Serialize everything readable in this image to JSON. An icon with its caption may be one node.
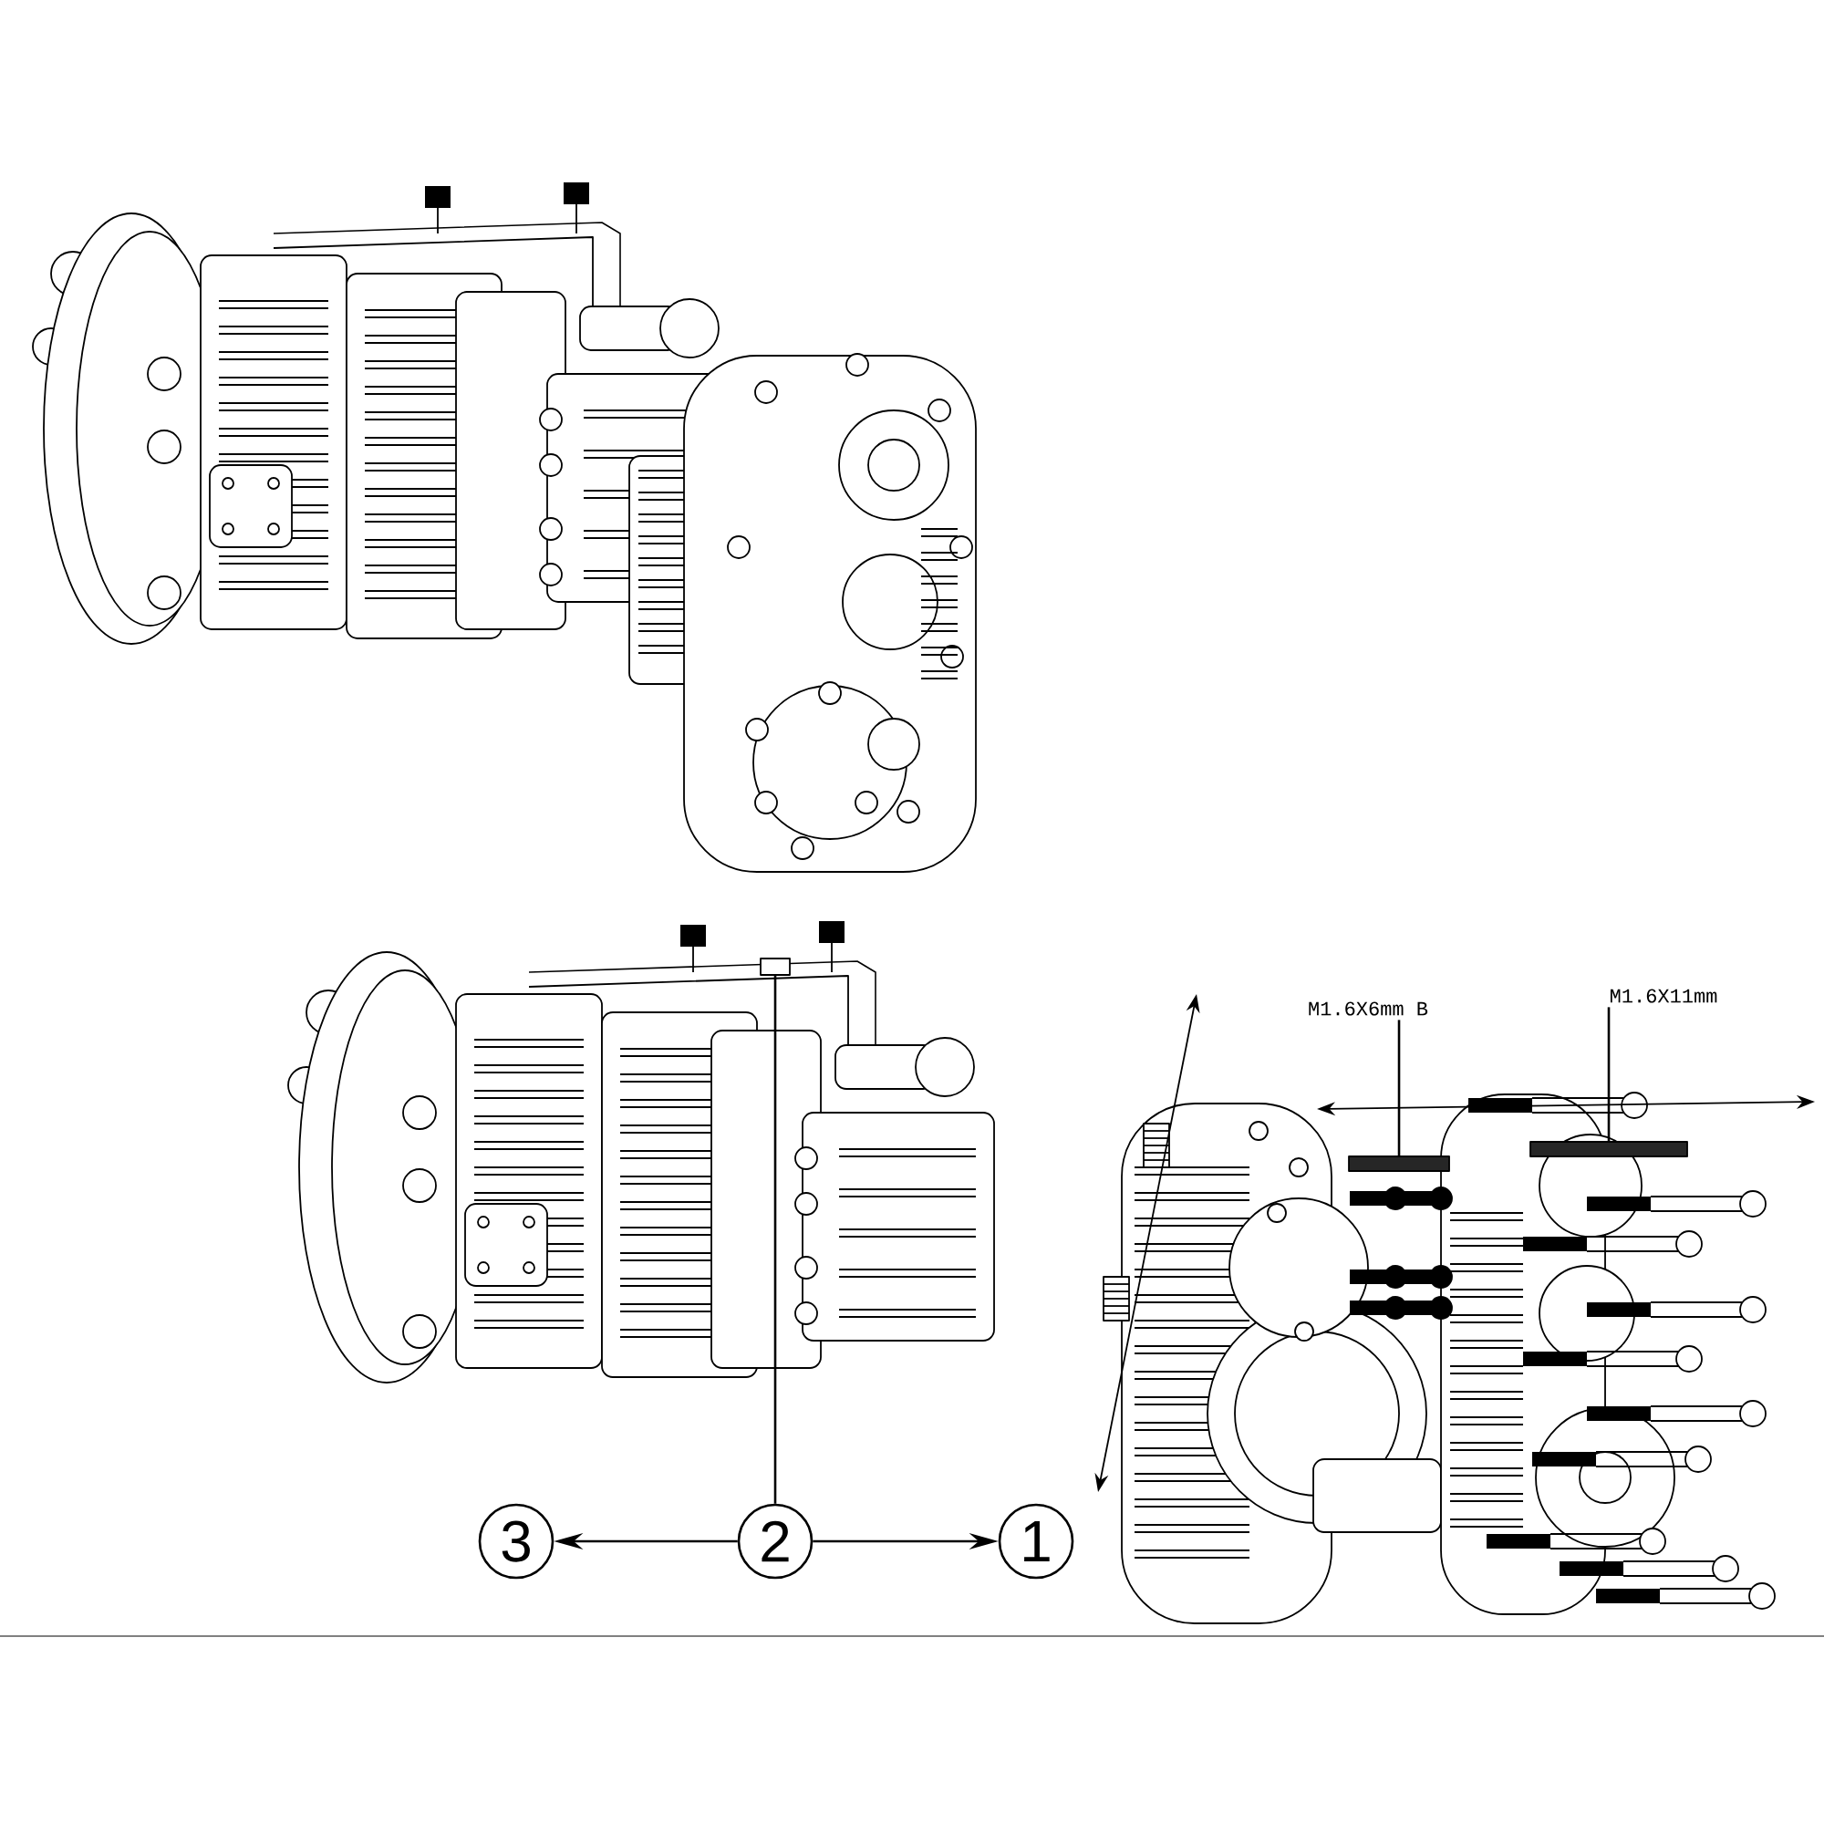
{
  "diagram": {
    "nodes": [
      {
        "text": [
          "M1.6X6mm B"
        ]
      },
      {
        "text": [
          "M1.6X11mm"
        ]
      },
      {
        "text": [
          "3"
        ]
      },
      {
        "text": [
          "2"
        ]
      },
      {
        "text": [
          "1"
        ]
      },
      {
        "text": [],
        "shape": "box"
      },
      {
        "text": [],
        "shape": "bar"
      },
      {
        "text": [],
        "shape": "bar"
      }
    ],
    "edges": [
      {
        "from": 3,
        "to": 2,
        "arrow": "to"
      },
      {
        "from": 3,
        "to": 4,
        "arrow": "to"
      },
      {
        "from": 3,
        "to": 5,
        "arrow": "none"
      },
      {
        "from": 0,
        "to": 6,
        "arrow": "none"
      },
      {
        "from": 1,
        "to": 7,
        "arrow": "none"
      }
    ]
  }
}
